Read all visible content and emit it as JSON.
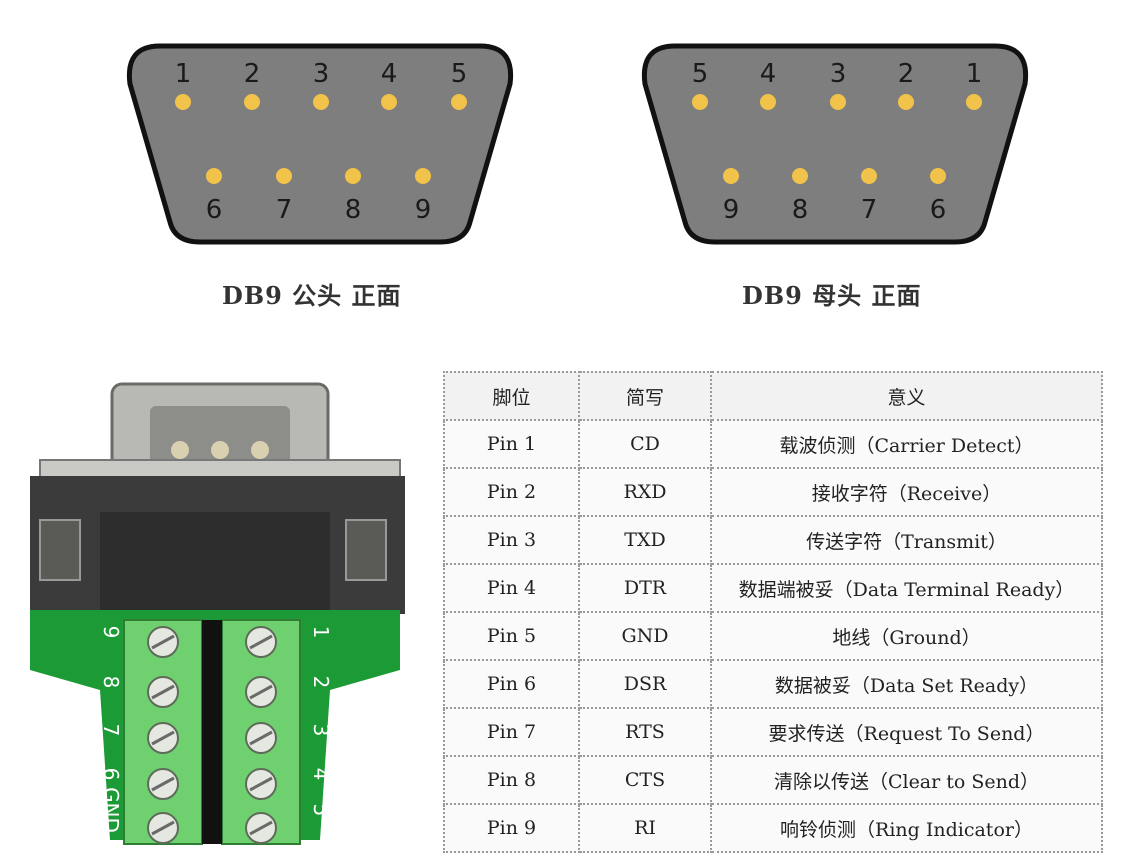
{
  "male_connector": {
    "top_pins": [
      "1",
      "2",
      "3",
      "4",
      "5"
    ],
    "bottom_pins": [
      "6",
      "7",
      "8",
      "9"
    ],
    "caption": "DB9 公头  正面"
  },
  "female_connector": {
    "top_pins": [
      "5",
      "4",
      "3",
      "2",
      "1"
    ],
    "bottom_pins": [
      "9",
      "8",
      "7",
      "6"
    ],
    "caption": "DB9 母头  正面"
  },
  "colors": {
    "shell_fill": "#7e7e7e",
    "shell_stroke": "#111111",
    "pin_fill": "#f2c34a",
    "pcb_green": "#1c9a35",
    "terminal_green": "#6fd06f"
  },
  "board_photo": {
    "left_labels": [
      "9",
      "8",
      "7",
      "6",
      "GND"
    ],
    "right_labels": [
      "1",
      "2",
      "3",
      "4",
      "5"
    ]
  },
  "pin_table": {
    "headers": [
      "脚位",
      "简写",
      "意义"
    ],
    "rows": [
      [
        "Pin 1",
        "CD",
        "载波侦测（Carrier Detect）"
      ],
      [
        "Pin 2",
        "RXD",
        "接收字符（Receive）"
      ],
      [
        "Pin 3",
        "TXD",
        "传送字符（Transmit）"
      ],
      [
        "Pin 4",
        "DTR",
        "数据端被妥（Data Terminal Ready）"
      ],
      [
        "Pin 5",
        "GND",
        "地线（Ground）"
      ],
      [
        "Pin 6",
        "DSR",
        "数据被妥（Data Set Ready）"
      ],
      [
        "Pin 7",
        "RTS",
        "要求传送（Request To Send）"
      ],
      [
        "Pin 8",
        "CTS",
        "清除以传送（Clear to Send）"
      ],
      [
        "Pin 9",
        "RI",
        "响铃侦测（Ring Indicator）"
      ]
    ]
  }
}
